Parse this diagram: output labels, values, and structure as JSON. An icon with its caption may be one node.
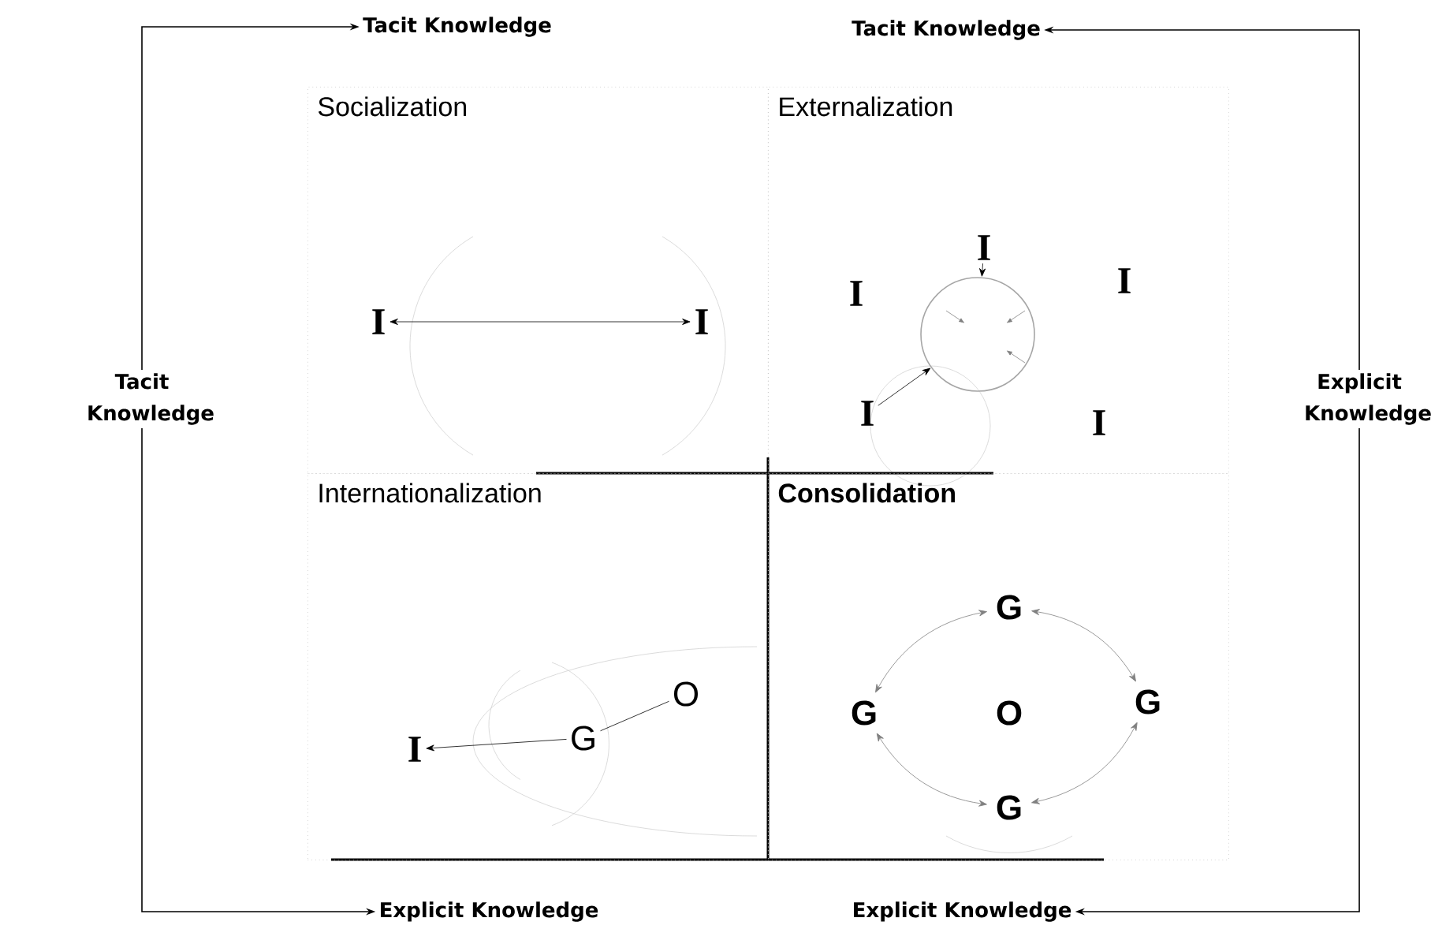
{
  "diagram": {
    "nodes": [
      {
        "text": [
          "Tacit Knowledge"
        ]
      },
      {
        "text": [
          "Tacit Knowledge"
        ]
      },
      {
        "text": [
          "Tacit Knowledge"
        ]
      },
      {
        "text": [
          "Explicit Knowledge"
        ]
      },
      {
        "text": [
          "Explicit Knowledge"
        ]
      },
      {
        "text": [
          "Explicit Knowledge"
        ]
      },
      {
        "text": [
          "Socialization"
        ]
      },
      {
        "text": [
          "Externalization"
        ]
      },
      {
        "text": [
          "Internationalization"
        ]
      },
      {
        "text": [
          "Consolidation"
        ]
      },
      {
        "text": [
          "I"
        ],
        "in": 6
      },
      {
        "text": [
          "I"
        ],
        "in": 6
      },
      {
        "text": [
          "I"
        ],
        "in": 7
      },
      {
        "text": [
          "I"
        ],
        "in": 7
      },
      {
        "text": [
          "I"
        ],
        "in": 7
      },
      {
        "text": [],
        "shape": "circle",
        "in": 7
      },
      {
        "text": [
          "I"
        ],
        "in": 7
      },
      {
        "text": [
          "I"
        ],
        "in": 7
      },
      {
        "text": [
          "I"
        ],
        "in": 8
      },
      {
        "text": [
          "G"
        ],
        "in": 8
      },
      {
        "text": [
          "O"
        ],
        "in": 8
      },
      {
        "text": [
          "G"
        ],
        "in": 9
      },
      {
        "text": [
          "G"
        ],
        "in": 9
      },
      {
        "text": [
          "O"
        ],
        "in": 9
      },
      {
        "text": [
          "G"
        ],
        "in": 9
      },
      {
        "text": [
          "G"
        ],
        "in": 9
      }
    ],
    "edges": [
      {
        "from": 2,
        "to": 0,
        "arrow": "to"
      },
      {
        "from": 2,
        "to": 4,
        "arrow": "to"
      },
      {
        "from": 3,
        "to": 1,
        "arrow": "to"
      },
      {
        "from": 3,
        "to": 5,
        "arrow": "to"
      },
      {
        "from": 10,
        "to": 11,
        "arrow": "both"
      },
      {
        "from": 12,
        "to": 15,
        "arrow": "to"
      },
      {
        "from": 16,
        "to": 15,
        "arrow": "to"
      },
      {
        "from": 19,
        "to": 18,
        "arrow": "to"
      },
      {
        "from": 19,
        "to": 20,
        "arrow": "none"
      },
      {
        "from": 21,
        "to": 24,
        "arrow": "both",
        "color": "#808080"
      },
      {
        "from": 24,
        "to": 25,
        "arrow": "both",
        "color": "#808080"
      },
      {
        "from": 25,
        "to": 22,
        "arrow": "both",
        "color": "#808080"
      },
      {
        "from": 22,
        "to": 21,
        "arrow": "both",
        "color": "#808080"
      }
    ]
  }
}
